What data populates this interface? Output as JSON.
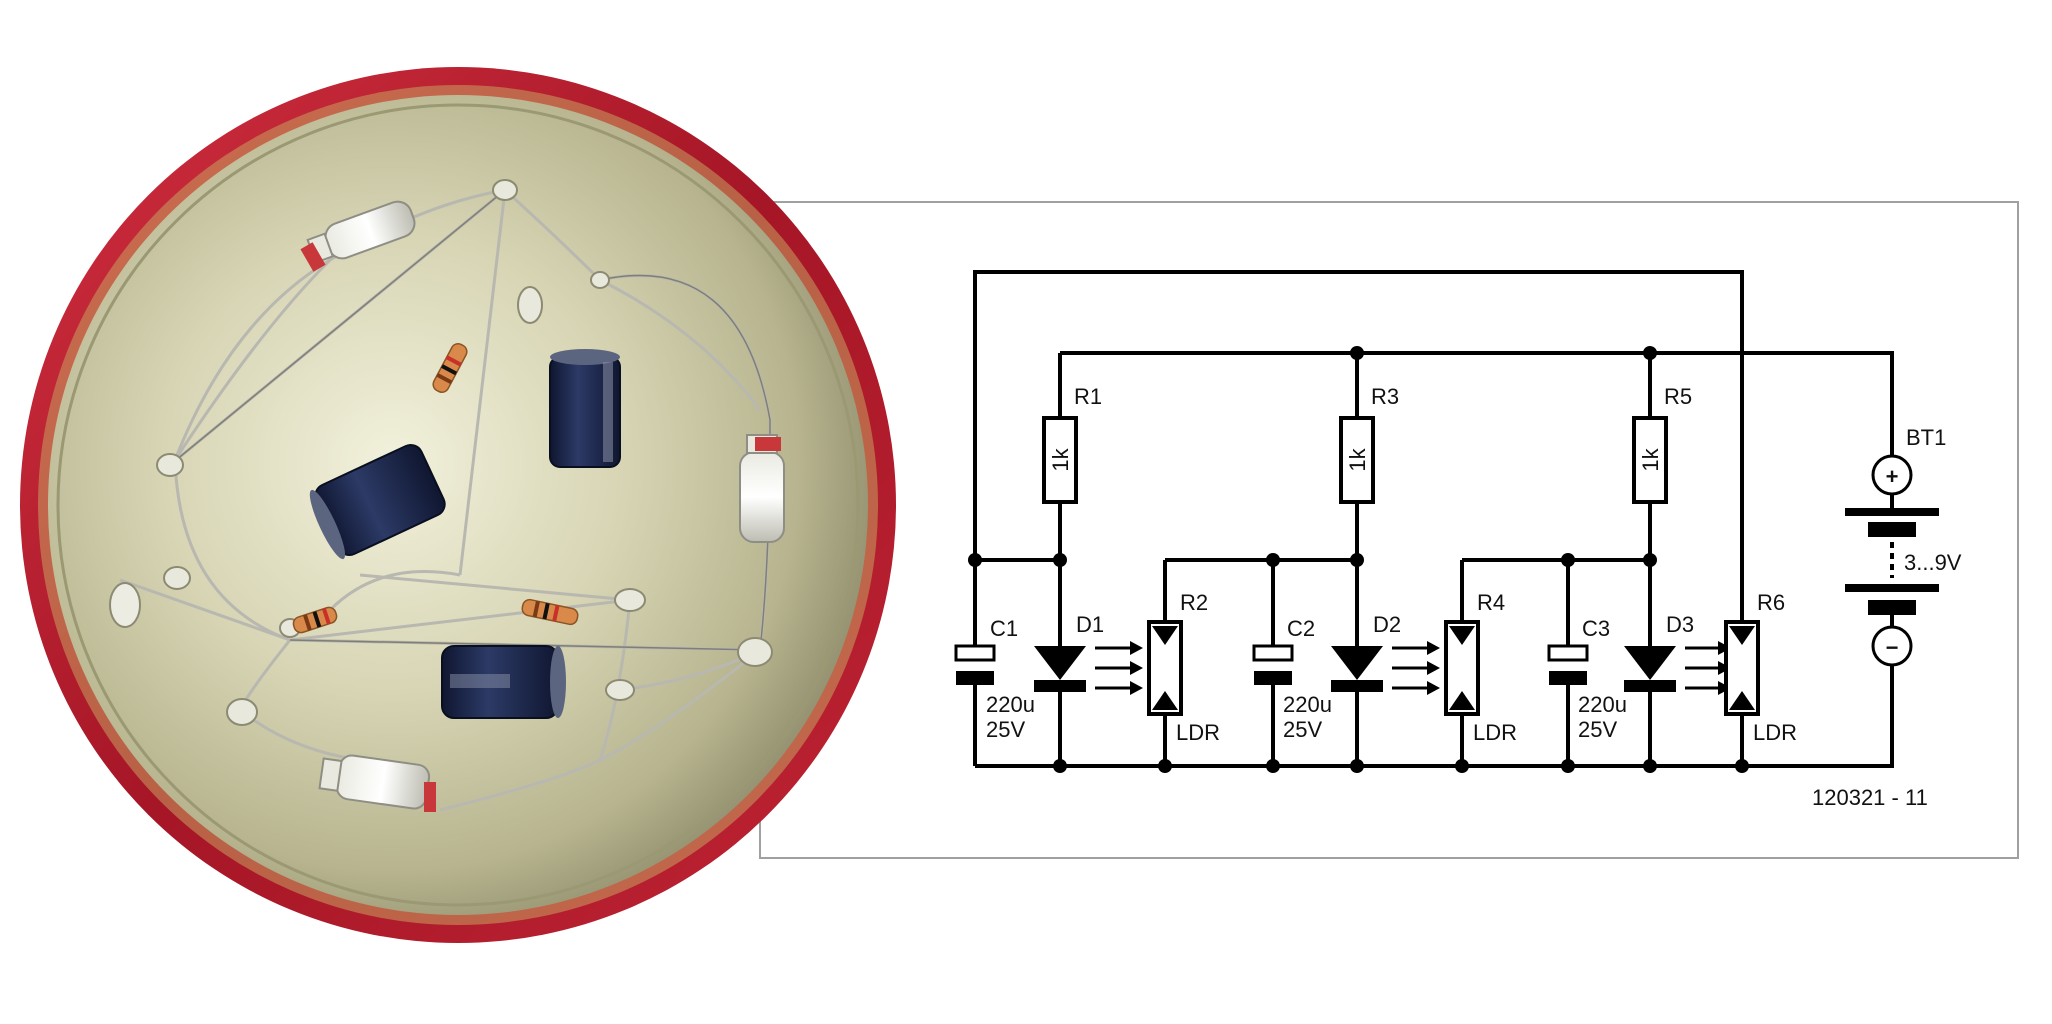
{
  "schematic": {
    "figure_id": "120321 - 11",
    "battery": {
      "ref": "BT1",
      "voltage": "3...9V",
      "plus_symbol": "+",
      "minus_symbol": "−"
    },
    "stages": [
      {
        "resistor": {
          "ref": "R1",
          "value": "1k"
        },
        "capacitor": {
          "ref": "C1",
          "value": "220u",
          "voltage": "25V"
        },
        "led": {
          "ref": "D1"
        },
        "ldr": {
          "ref": "R2",
          "type": "LDR"
        }
      },
      {
        "resistor": {
          "ref": "R3",
          "value": "1k"
        },
        "capacitor": {
          "ref": "C2",
          "value": "220u",
          "voltage": "25V"
        },
        "led": {
          "ref": "D2"
        },
        "ldr": {
          "ref": "R4",
          "type": "LDR"
        }
      },
      {
        "resistor": {
          "ref": "R5",
          "value": "1k"
        },
        "capacitor": {
          "ref": "C3",
          "value": "220u",
          "voltage": "25V"
        },
        "led": {
          "ref": "D3"
        },
        "ldr": {
          "ref": "R6",
          "type": "LDR"
        }
      }
    ]
  },
  "colors": {
    "tin_rim": "#b8202c",
    "tin_lid": "#c9c7a8",
    "capacitor_body": "#1c2540",
    "resistor_body": "#d98a4a"
  }
}
